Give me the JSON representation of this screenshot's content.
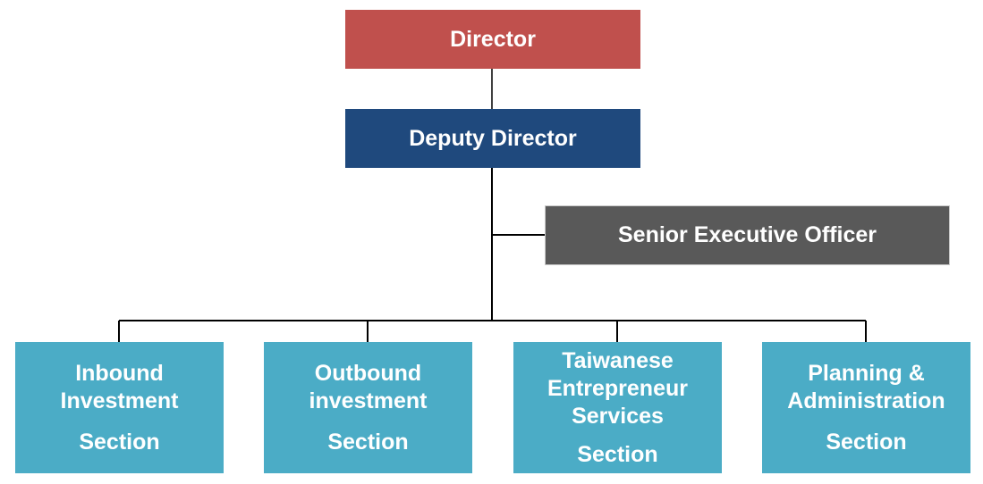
{
  "colors": {
    "director": "#c0504d",
    "deputy": "#1f497d",
    "senior": "#595959",
    "section": "#4bacc6",
    "line": "#000000"
  },
  "director": {
    "label": "Director"
  },
  "deputy_director": {
    "label": "Deputy Director"
  },
  "senior_executive_officer": {
    "label": "Senior Executive Officer"
  },
  "sections": [
    {
      "name_lines": [
        "Inbound",
        "Investment"
      ],
      "suffix": "Section"
    },
    {
      "name_lines": [
        "Outbound",
        "investment"
      ],
      "suffix": "Section"
    },
    {
      "name_lines": [
        "Taiwanese",
        "Entrepreneur",
        "Services"
      ],
      "suffix": "Section"
    },
    {
      "name_lines": [
        "Planning &",
        "Administration"
      ],
      "suffix": "Section"
    }
  ]
}
